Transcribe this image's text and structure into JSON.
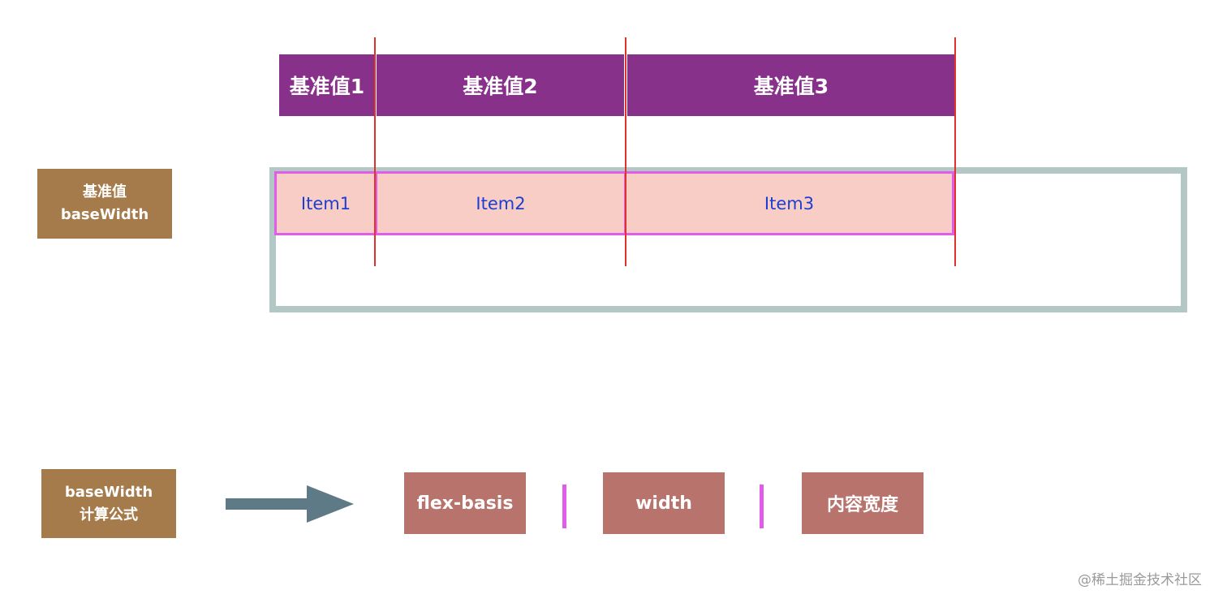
{
  "base_values": [
    "基准值1",
    "基准值2",
    "基准值3"
  ],
  "base_width_label": {
    "line1": "基准值",
    "line2": "baseWidth"
  },
  "items": [
    "Item1",
    "Item2",
    "Item3"
  ],
  "formula_label": {
    "line1": "baseWidth",
    "line2": "计算公式"
  },
  "formula_terms": [
    "flex-basis",
    "width",
    "内容宽度"
  ],
  "watermark": "@稀土掘金技术社区",
  "colors": {
    "base_bar": "#87318a",
    "brown_label": "#a57b4b",
    "container_border": "#b3c7c4",
    "item_fill": "#f8cdc6",
    "item_border": "#e15ce8",
    "item_text": "#1b3fd0",
    "guide_line": "#e0312a",
    "formula_box": "#b7736c",
    "arrow": "#5e7a86"
  }
}
